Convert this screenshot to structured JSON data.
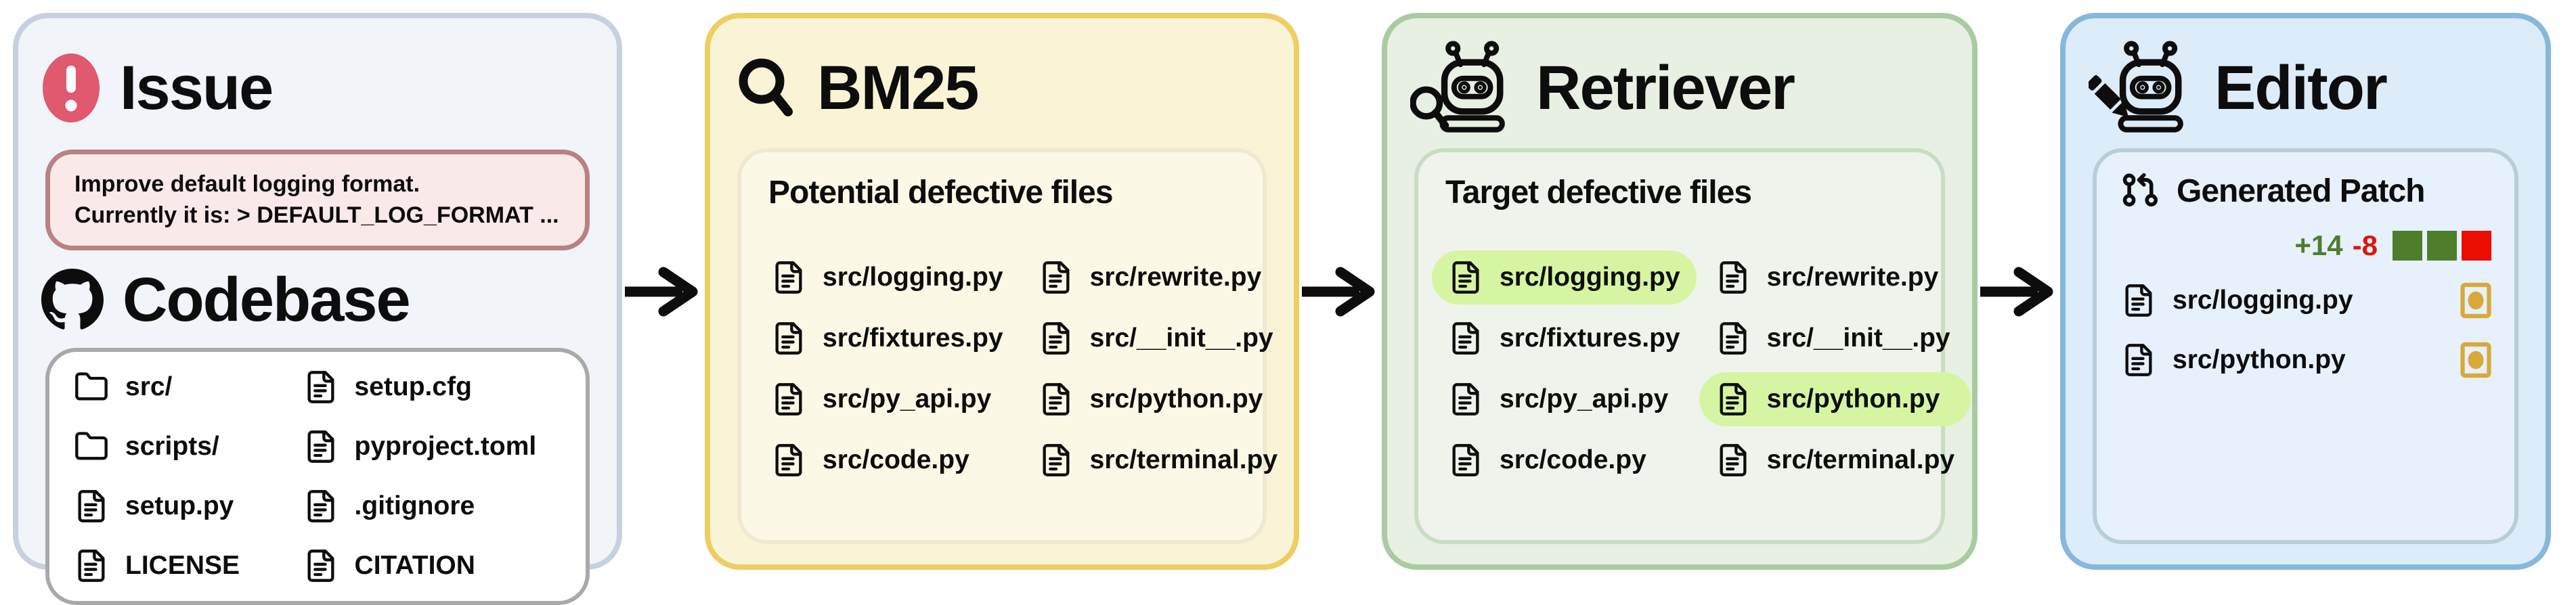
{
  "issue_panel": {
    "title": "Issue",
    "note_line1": "Improve default logging format.",
    "note_line2": "Currently it is: > DEFAULT_LOG_FORMAT ...",
    "codebase_title": "Codebase",
    "codebase_files_col1": [
      {
        "type": "folder",
        "name": "src/"
      },
      {
        "type": "folder",
        "name": "scripts/"
      },
      {
        "type": "file",
        "name": "setup.py"
      },
      {
        "type": "file",
        "name": "LICENSE"
      }
    ],
    "codebase_files_col2": [
      {
        "type": "file",
        "name": "setup.cfg"
      },
      {
        "type": "file",
        "name": "pyproject.toml"
      },
      {
        "type": "file",
        "name": ".gitignore"
      },
      {
        "type": "file",
        "name": "CITATION"
      }
    ]
  },
  "bm25_panel": {
    "title": "BM25",
    "box_title": "Potential defective files",
    "files_col1": [
      "src/logging.py",
      "src/fixtures.py",
      "src/py_api.py",
      "src/code.py"
    ],
    "files_col2": [
      "src/rewrite.py",
      "src/__init__.py",
      "src/python.py",
      "src/terminal.py"
    ]
  },
  "retriever_panel": {
    "title": "Retriever",
    "box_title": "Target defective files",
    "files_col1": [
      {
        "name": "src/logging.py",
        "highlighted": true
      },
      {
        "name": "src/fixtures.py",
        "highlighted": false
      },
      {
        "name": "src/py_api.py",
        "highlighted": false
      },
      {
        "name": "src/code.py",
        "highlighted": false
      }
    ],
    "files_col2": [
      {
        "name": "src/rewrite.py",
        "highlighted": false
      },
      {
        "name": "src/__init__.py",
        "highlighted": false
      },
      {
        "name": "src/python.py",
        "highlighted": true
      },
      {
        "name": "src/terminal.py",
        "highlighted": false
      }
    ]
  },
  "editor_panel": {
    "title": "Editor",
    "box_title": "Generated Patch",
    "diff_added": "+14",
    "diff_removed": "-8",
    "diff_blocks": [
      "#4e7d2c",
      "#4e7d2c",
      "#ea0d00"
    ],
    "patched_files": [
      "src/logging.py",
      "src/python.py"
    ]
  },
  "icons": {
    "issue": "exclamation-circle",
    "codebase": "github-mark",
    "bm25": "magnifier",
    "retriever": "robot-with-magnifier",
    "editor": "robot-with-pencil",
    "patch": "git-pull-request",
    "file": "document",
    "folder": "folder",
    "patched_file_status": "modified-dot-badge"
  },
  "colors": {
    "issue_accent": "#e0596f",
    "issue_note_bg": "#f9e9e9",
    "issue_note_border": "#b98181",
    "bm25_border": "#ecce62",
    "retriever_border": "#a9cba2",
    "editor_border": "#86b8dc",
    "highlight_green": "#d6f5a2",
    "diff_add_green": "#4e7d2c",
    "diff_del_red": "#e01408",
    "modified_yellow": "#d9a937"
  }
}
